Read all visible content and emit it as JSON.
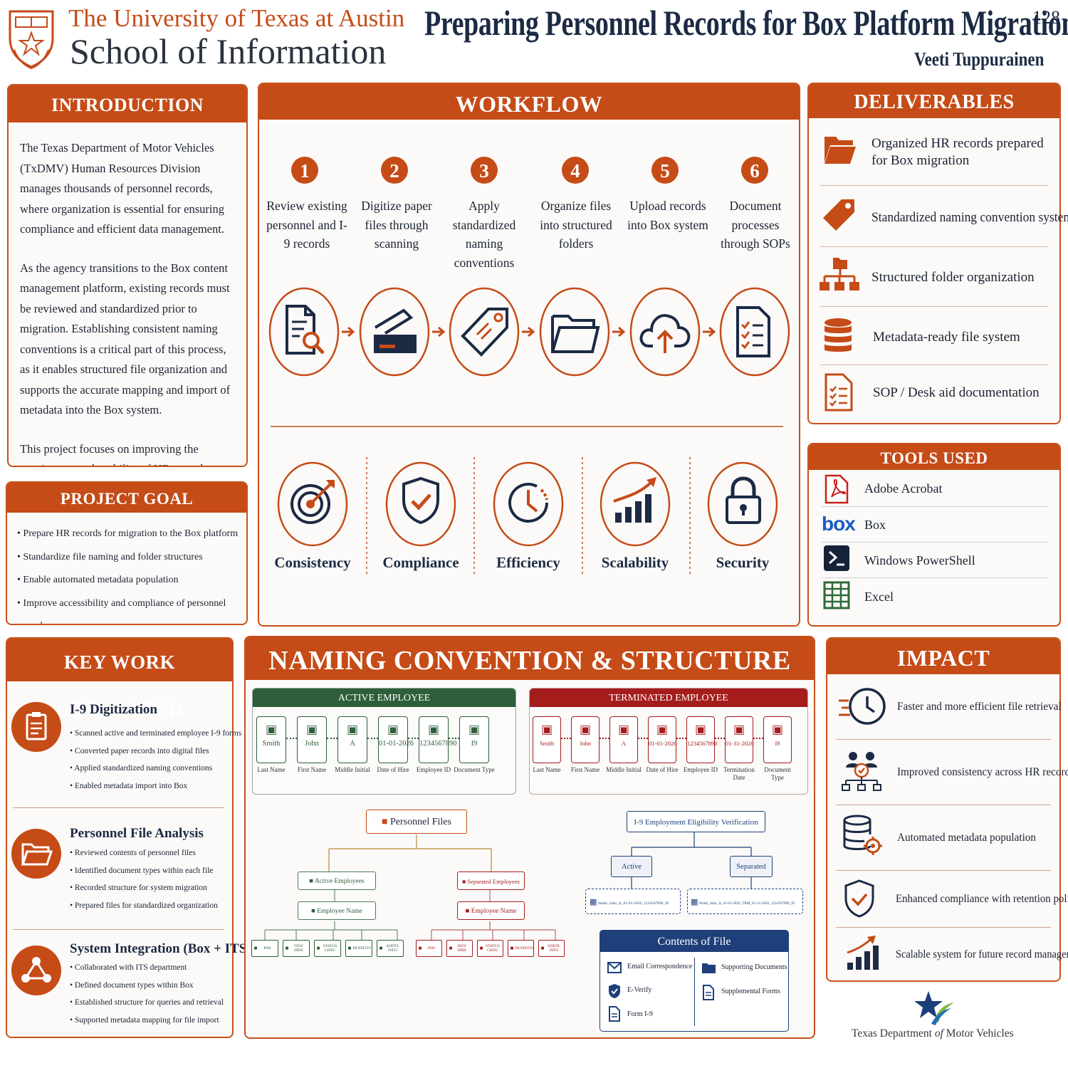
{
  "header": {
    "uni_line1": "The University of Texas at Austin",
    "uni_line2": "School of Information",
    "title": "Preparing Personnel Records for Box Platform Migration",
    "poster_number": "128",
    "author": "Veeti Tuppurainen"
  },
  "intro": {
    "heading": "INTRODUCTION",
    "paragraphs": [
      "The Texas Department of Motor Vehicles (TxDMV) Human Resources Division manages thousands of personnel records, where organization is essential for ensuring compliance and efficient data management.",
      "As the agency transitions to the Box content management platform, existing records must be reviewed and standardized prior to migration. Establishing consistent naming conventions is a critical part of this process, as it enables structured file organization and supports the accurate mapping and import of metadata into the Box system.",
      "This project focuses on improving the consistency and usability of HR records within a modern digital environment."
    ]
  },
  "goal": {
    "heading": "PROJECT GOAL",
    "items": [
      "Prepare HR records for migration to the Box platform",
      "Standardize file naming and folder structures",
      "Enable automated metadata population",
      "Improve accessibility and compliance of personnel records"
    ]
  },
  "workflow": {
    "heading": "WORKFLOW",
    "steps": [
      {
        "num": "1",
        "text": "Review existing personnel and I-9 records",
        "icon": "document-search-icon"
      },
      {
        "num": "2",
        "text": "Digitize paper files through scanning",
        "icon": "scanner-icon"
      },
      {
        "num": "3",
        "text": "Apply standardized naming conventions",
        "icon": "tag-icon"
      },
      {
        "num": "4",
        "text": "Organize files into structured folders",
        "icon": "folder-icon"
      },
      {
        "num": "5",
        "text": "Upload records into Box system",
        "icon": "cloud-upload-icon"
      },
      {
        "num": "6",
        "text": "Document processes through SOPs",
        "icon": "checklist-icon"
      }
    ],
    "values": [
      {
        "label": "Consistency",
        "icon": "target-icon"
      },
      {
        "label": "Compliance",
        "icon": "shield-check-icon"
      },
      {
        "label": "Efficiency",
        "icon": "clock-icon"
      },
      {
        "label": "Scalability",
        "icon": "growth-chart-icon"
      },
      {
        "label": "Security",
        "icon": "padlock-icon"
      }
    ]
  },
  "deliverables": {
    "heading": "DELIVERABLES",
    "items": [
      "Organized HR records prepared for Box migration",
      "Standardized naming convention system",
      "Structured folder organization",
      "Metadata-ready file system",
      "SOP / Desk aid documentation"
    ]
  },
  "tools": {
    "heading": "TOOLS USED",
    "items": [
      "Adobe Acrobat",
      "Box",
      "Windows PowerShell",
      "Excel"
    ],
    "box_logo": "box"
  },
  "keywork": {
    "heading": "KEY WORK COMPLETED",
    "sections": [
      {
        "title": "I-9 Digitization",
        "items": [
          "Scanned active and terminated employee I-9 forms",
          "Converted paper records into digital files",
          "Applied standardized naming conventions",
          "Enabled metadata import into Box"
        ]
      },
      {
        "title": "Personnel File Analysis",
        "items": [
          "Reviewed contents of personnel files",
          "Identified document types within each file",
          "Recorded structure for system migration",
          "Prepared files for standardized organization"
        ]
      },
      {
        "title": "System Integration (Box + ITS)",
        "items": [
          "Collaborated with ITS department",
          "Defined document types within Box",
          "Established structure for queries and retrieval",
          "Supported metadata mapping for file import"
        ]
      }
    ]
  },
  "naming": {
    "heading": "NAMING CONVENTION & STRUCTURE",
    "active": {
      "heading": "ACTIVE EMPLOYEE",
      "fields": [
        {
          "value": "Smith",
          "label": "Last Name"
        },
        {
          "value": "John",
          "label": "First Name"
        },
        {
          "value": "A",
          "label": "Middle Initial"
        },
        {
          "value": "01-01-2026",
          "label": "Date of Hire"
        },
        {
          "value": "1234567890",
          "label": "Employee ID"
        },
        {
          "value": "I9",
          "label": "Document Type"
        }
      ]
    },
    "terminated": {
      "heading": "TERMINATED EMPLOYEE",
      "fields": [
        {
          "value": "Smith",
          "label": "Last Name"
        },
        {
          "value": "John",
          "label": "First Name"
        },
        {
          "value": "A",
          "label": "Middle Initial"
        },
        {
          "value": "01-01-2026",
          "label": "Date of Hire"
        },
        {
          "value": "1234567890",
          "label": "Employee ID"
        },
        {
          "value": "01-31-2026",
          "label": "Termination Date"
        },
        {
          "value": "I9",
          "label": "Document Type"
        }
      ]
    },
    "tree": {
      "root": "Personnel Files",
      "active": "Active Employees",
      "separated": "Separated Employees",
      "employee": "Employee Name",
      "leaves": [
        "PSH",
        "NEW HIRE",
        "STATUS CHNG",
        "BENEFITS",
        "ADDTL INFO"
      ]
    },
    "i9tree": {
      "root": "I-9 Employment Eligibility Verification",
      "active": "Active",
      "separated": "Separated",
      "file_active": "Smith_John_A_01-01-2026_1234567890_I9",
      "file_separated": "Smith_John_A_01-01-2026_TRM_01-31-2026_1234567890_I9"
    },
    "contents": {
      "heading": "Contents of File",
      "left": [
        "Email Correspondence",
        "E-Verify",
        "Form I-9"
      ],
      "right": [
        "Supporting Documents",
        "Supplemental Forms"
      ]
    }
  },
  "impact": {
    "heading": "IMPACT",
    "items": [
      "Faster and more efficient file retrieval",
      "Improved consistency across HR records",
      "Automated metadata population",
      "Enhanced compliance with retention policies",
      "Scalable system for future record management"
    ]
  },
  "txdmv": {
    "logo_text_pre": "Texas Department ",
    "logo_text_of": "of",
    "logo_text_post": " Motor Vehicles"
  },
  "colors": {
    "accent": "#c54b17",
    "navy": "#1c2a44",
    "green": "#2e5e3a",
    "red": "#a51c1c",
    "blue": "#1f3f7a"
  }
}
